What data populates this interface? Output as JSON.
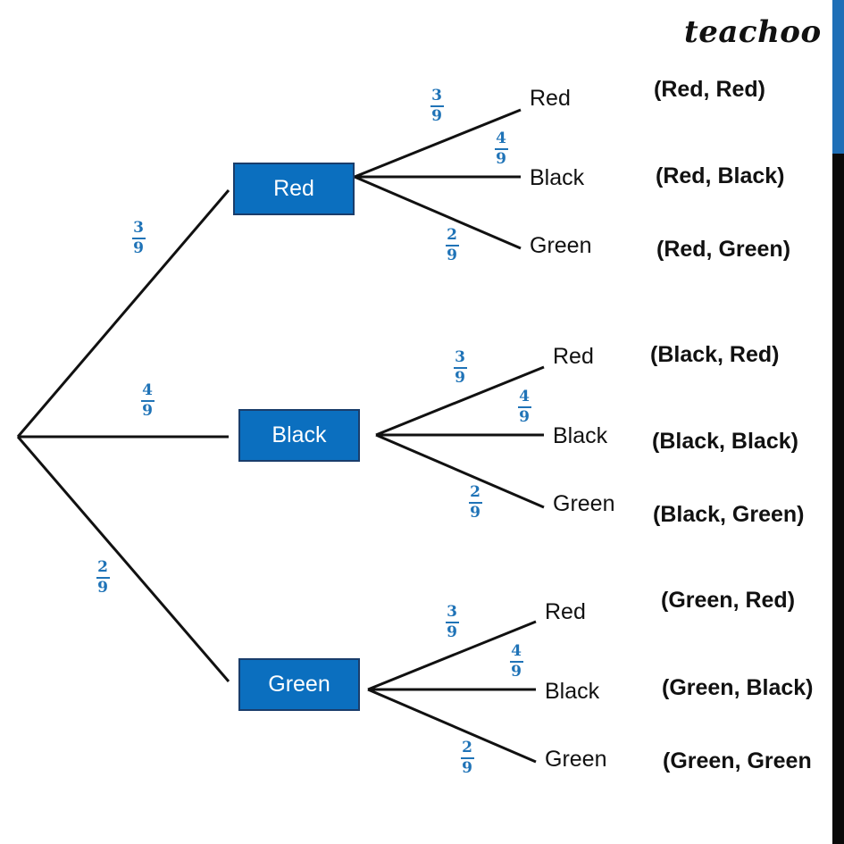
{
  "brand": {
    "logo": "teachoo"
  },
  "first_level": [
    {
      "id": "red",
      "label": "Red",
      "probability": {
        "num": "3",
        "den": "9"
      }
    },
    {
      "id": "black",
      "label": "Black",
      "probability": {
        "num": "4",
        "den": "9"
      }
    },
    {
      "id": "green",
      "label": "Green",
      "probability": {
        "num": "2",
        "den": "9"
      }
    }
  ],
  "second_level": [
    {
      "parent": "red",
      "branches": [
        {
          "label": "Red",
          "probability": {
            "num": "3",
            "den": "9"
          },
          "outcome": "(Red, Red)"
        },
        {
          "label": "Black",
          "probability": {
            "num": "4",
            "den": "9"
          },
          "outcome": "(Red, Black)"
        },
        {
          "label": "Green",
          "probability": {
            "num": "2",
            "den": "9"
          },
          "outcome": "(Red, Green)"
        }
      ]
    },
    {
      "parent": "black",
      "branches": [
        {
          "label": "Red",
          "probability": {
            "num": "3",
            "den": "9"
          },
          "outcome": "(Black, Red)"
        },
        {
          "label": "Black",
          "probability": {
            "num": "4",
            "den": "9"
          },
          "outcome": "(Black, Black)"
        },
        {
          "label": "Green",
          "probability": {
            "num": "2",
            "den": "9"
          },
          "outcome": "(Black, Green)"
        }
      ]
    },
    {
      "parent": "green",
      "branches": [
        {
          "label": "Red",
          "probability": {
            "num": "3",
            "den": "9"
          },
          "outcome": "(Green, Red)"
        },
        {
          "label": "Black",
          "probability": {
            "num": "4",
            "den": "9"
          },
          "outcome": "(Green, Black)"
        },
        {
          "label": "Green",
          "probability": {
            "num": "2",
            "den": "9"
          },
          "outcome": "(Green, Green"
        }
      ]
    }
  ]
}
